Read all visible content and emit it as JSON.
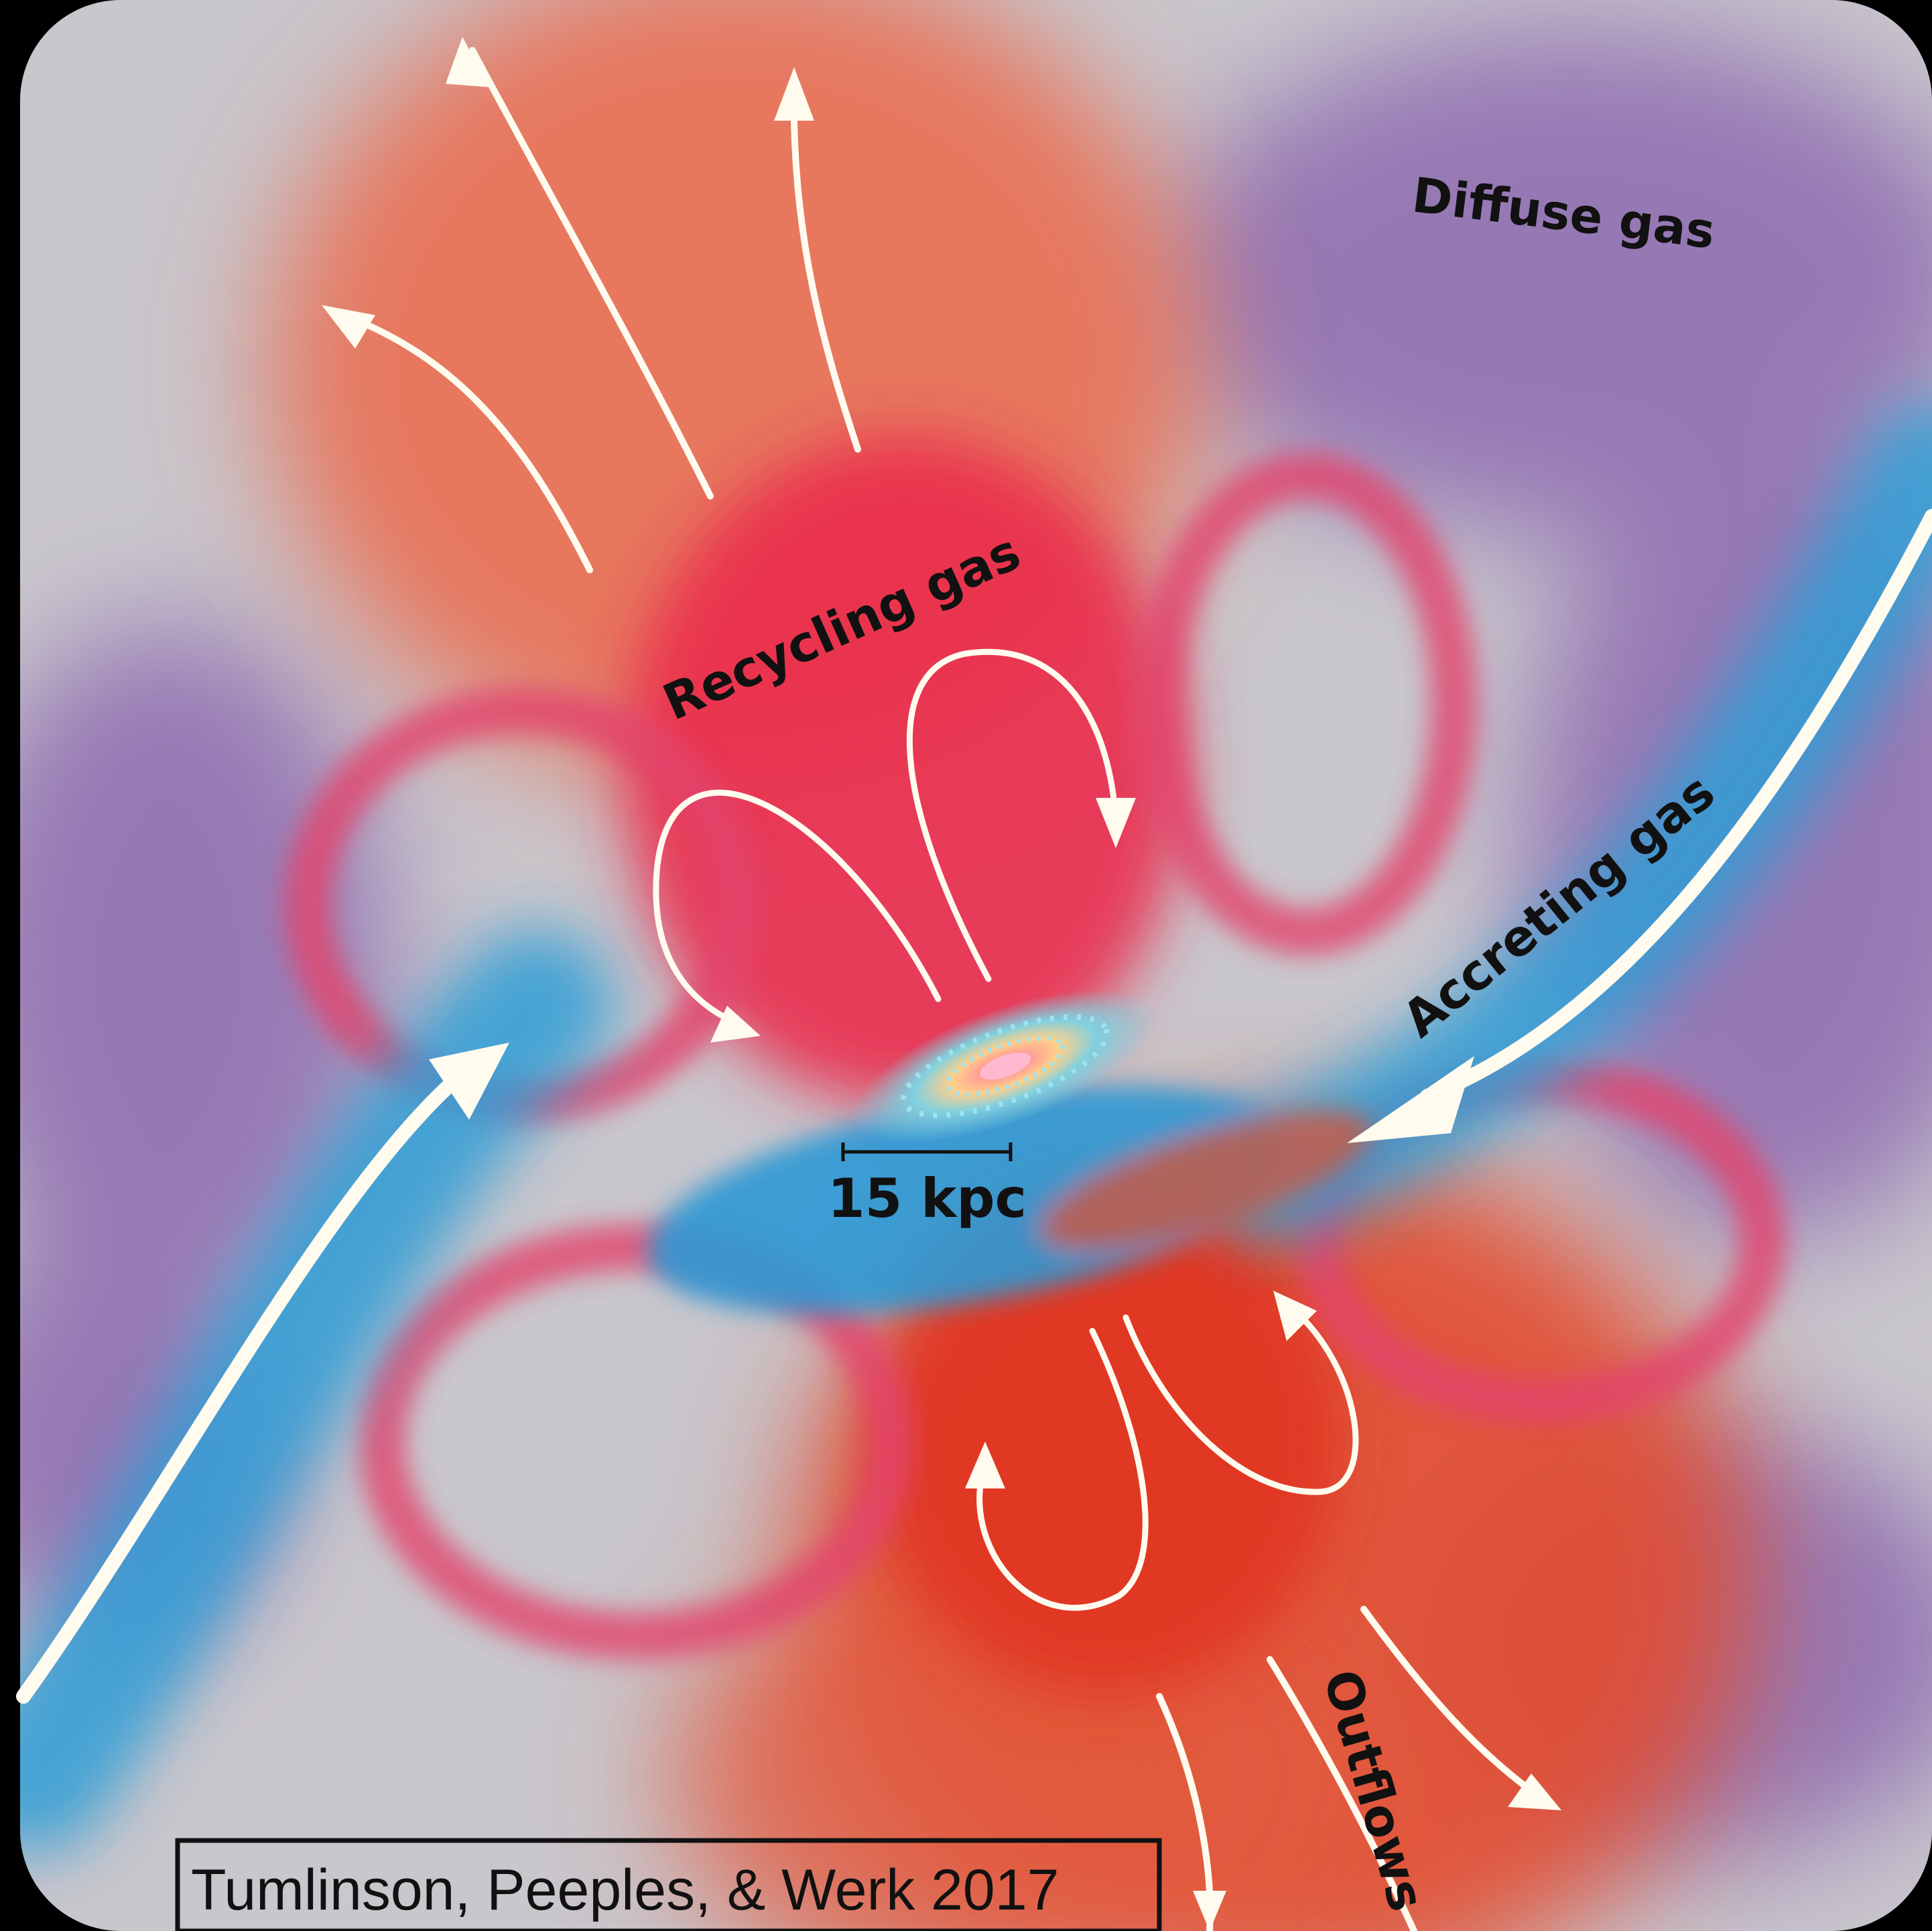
{
  "labels": {
    "diffuse": "Diffuse gas",
    "recycling": "Recycling gas",
    "accreting": "Accreting gas",
    "outflows": "Outflows",
    "scale": "15 kpc"
  },
  "credit": "Tumlinson, Peeples, & Werk 2017",
  "colors": {
    "background": "#000000",
    "panel": "#c9c6cc",
    "diffuse_gas": "#8e6cb0",
    "recycling_gas": "#e8304e",
    "outflow_gas": "#e8502c",
    "accreting_gas": "#2f9ed6",
    "arrows": "#fffbef",
    "text": "#111111"
  }
}
